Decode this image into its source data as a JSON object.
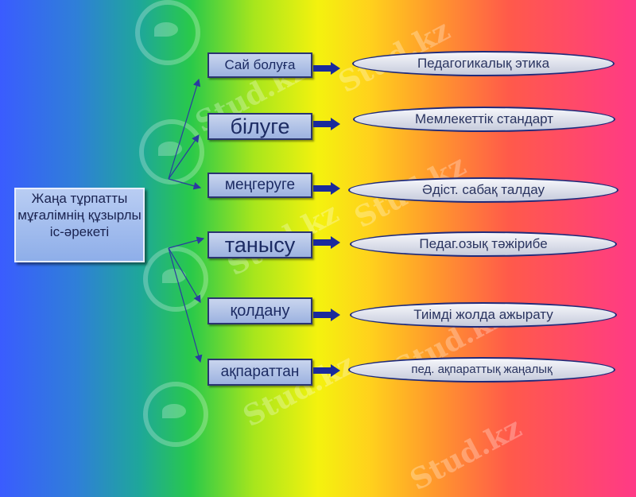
{
  "main_label": "Жаңа тұрпатты мұғалімнің құзырлы іс-әрекеті",
  "actions": [
    {
      "label": "Сай болуға"
    },
    {
      "label": "білуге"
    },
    {
      "label": "меңгеруге"
    },
    {
      "label": "танысу"
    },
    {
      "label": "қолдану"
    },
    {
      "label": "ақпараттан"
    }
  ],
  "topics": [
    {
      "label": "Педагогикалық  этика"
    },
    {
      "label": "Мемлекеттік стандарт"
    },
    {
      "label": "Әдіст. сабақ талдау"
    },
    {
      "label": "Педаг.озық тәжірибе"
    },
    {
      "label": "Тиімді жолда ажырату"
    },
    {
      "label": "пед. ақпараттық жаңалық"
    }
  ],
  "watermark_text": "Stud.kz",
  "colors": {
    "arrow": "#1a2a9c",
    "box_border": "#2a3570",
    "text": "#1c2b63"
  }
}
